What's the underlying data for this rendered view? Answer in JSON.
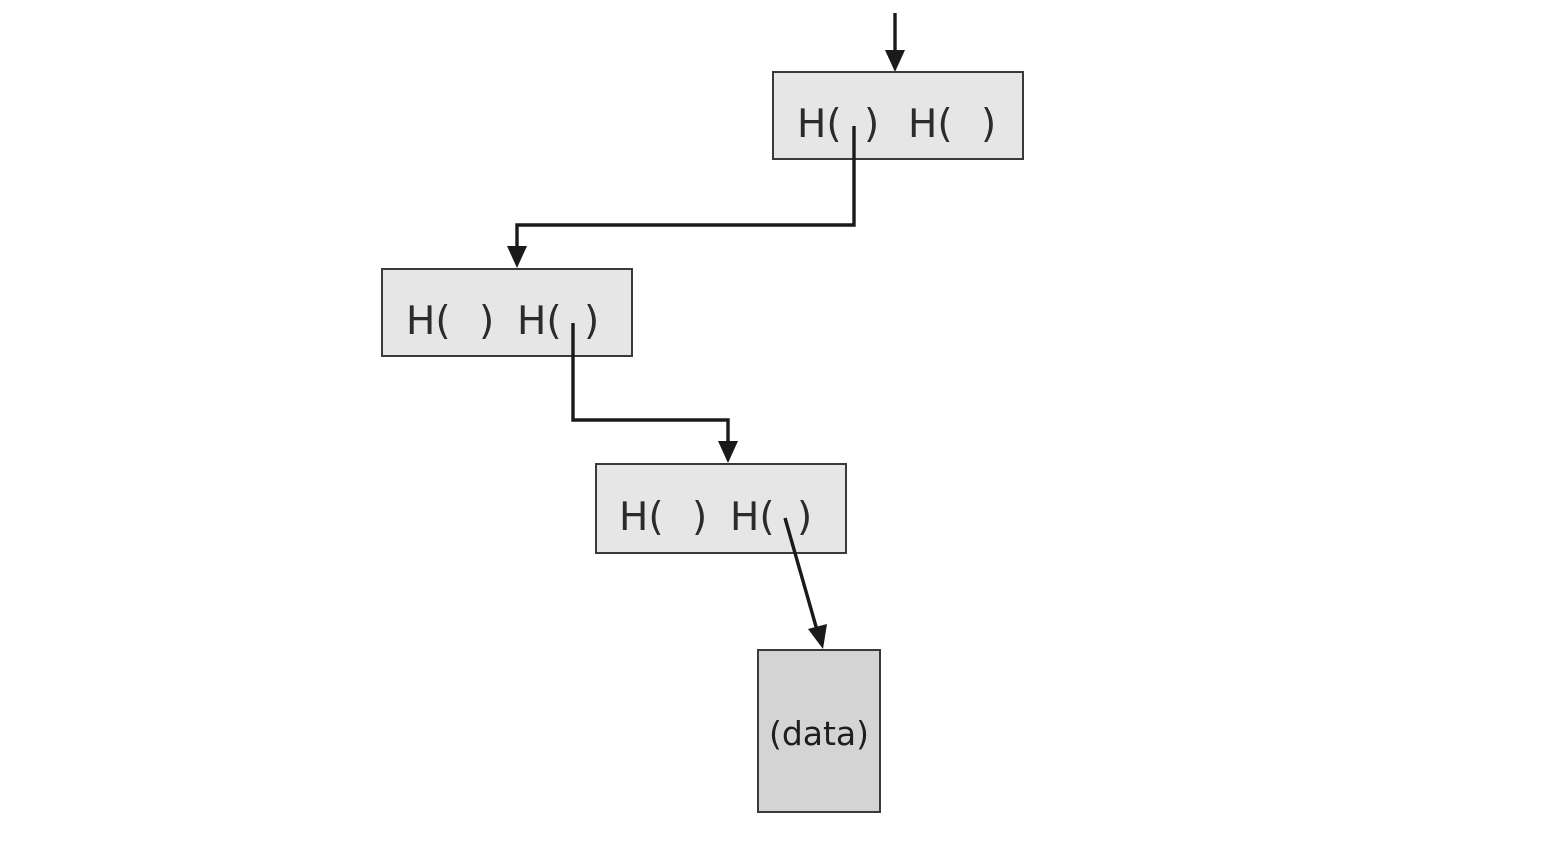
{
  "nodes": [
    {
      "left": "H( )",
      "right": "H( )"
    },
    {
      "left": "H( )",
      "right": "H( )"
    },
    {
      "left": "H( )",
      "right": "H( )"
    }
  ],
  "data_block": {
    "label": "(data)"
  }
}
